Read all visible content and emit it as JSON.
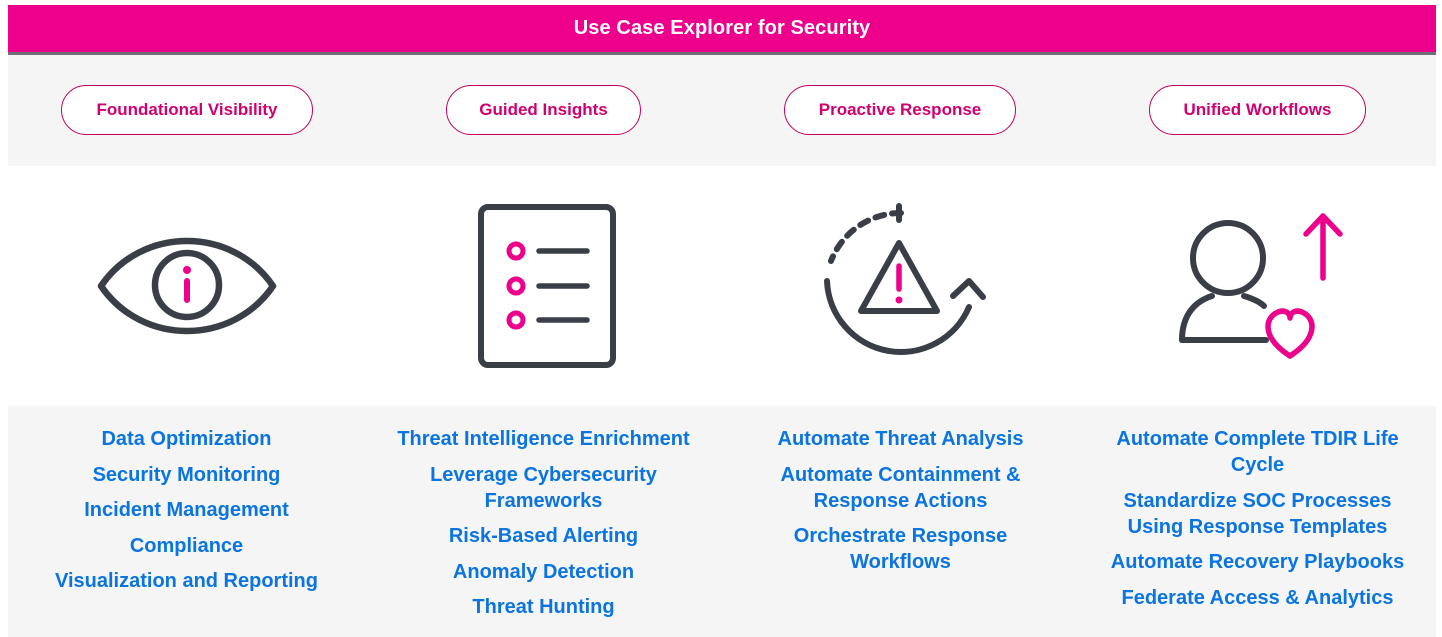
{
  "header": {
    "title": "Use Case Explorer for Security"
  },
  "categories": [
    {
      "label": "Foundational Visibility",
      "icon": "eye-info-icon"
    },
    {
      "label": "Guided Insights",
      "icon": "checklist-document-icon"
    },
    {
      "label": "Proactive Response",
      "icon": "alert-cycle-icon"
    },
    {
      "label": "Unified Workflows",
      "icon": "user-heart-arrow-icon"
    }
  ],
  "columns": [
    {
      "items": [
        "Data Optimization",
        "Security Monitoring",
        "Incident Management",
        "Compliance",
        "Visualization and Reporting"
      ]
    },
    {
      "items": [
        "Threat Intelligence Enrichment",
        "Leverage Cybersecurity Frameworks",
        "Risk-Based Alerting",
        "Anomaly Detection",
        "Threat Hunting"
      ]
    },
    {
      "items": [
        "Automate Threat Analysis",
        "Automate Containment & Response Actions",
        "Orchestrate Response Workflows"
      ]
    },
    {
      "items": [
        "Automate Complete TDIR Life Cycle",
        "Standardize SOC Processes Using Response Templates",
        "Automate Recovery Playbooks",
        "Federate Access & Analytics"
      ]
    }
  ],
  "colors": {
    "brand_magenta": "#ec008c",
    "pill_text": "#d1006f",
    "link_blue": "#0a74e0",
    "icon_dark": "#3a3f47",
    "band_gray": "#f5f5f5"
  }
}
